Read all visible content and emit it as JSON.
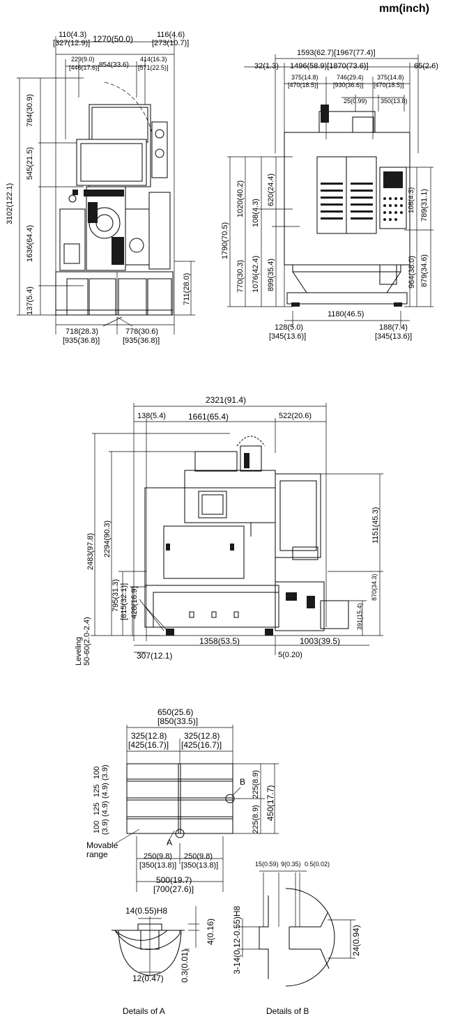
{
  "units": "mm(inch)",
  "top_view": {
    "labels": [
      "110(4.3)",
      "[327(12.9)]",
      "1270(50.0)",
      "116(4.6)",
      "[273(10.7)]",
      "229(9.0)",
      "[446(17.6)]",
      "854(33.6)",
      "414(16.3)",
      "[571(22.5)]",
      "3102(122.1)",
      "784(30.9)",
      "545(21.5)",
      "1636(64.4)",
      "137(5.4)",
      "711(28.0)",
      "718(28.3)",
      "[935(36.8)]",
      "778(30.6)",
      "[935(36.8)]"
    ]
  },
  "front_view": {
    "labels": [
      "1593(62.7)[1967(77.4)]",
      "32(1.3)",
      "1496(58.9)[1870(73.6)]",
      "65(2.6)",
      "375(14.8)",
      "[470(18.5)]",
      "746(29.4)",
      "[930(36.6)]",
      "375(14.8)",
      "[470(18.5)]",
      "25(0.99)",
      "350(13.8)",
      "1790(70.5)",
      "1020(40.2)",
      "620(24.4)",
      "108(4.3)",
      "770(30.3)",
      "1076(42.4)",
      "899(35.4)",
      "108(4.3)",
      "789(31.1)",
      "964(38.0)",
      "879(34.6)",
      "1180(46.5)",
      "128(5.0)",
      "[345(13.6)]",
      "188(7.4)",
      "[345(13.6)]"
    ]
  },
  "side_view": {
    "labels": [
      "2321(91.4)",
      "138(5.4)",
      "1661(65.4)",
      "522(20.6)",
      "2483(97.8)",
      "2294(90.3)",
      "1151(45.3)",
      "795(31.3)",
      "[815(32.1)]",
      "428(16.9)",
      "870(34.3)",
      "391(15.4)",
      "Leveling",
      "50-60(2.0-2.4)",
      "1358(53.5)",
      "1003(39.5)",
      "307(12.1)",
      "5(0.20)"
    ]
  },
  "table_view": {
    "labels": [
      "650(25.6)",
      "[850(33.5)]",
      "325(12.8)",
      "[425(16.7)]",
      "325(12.8)",
      "[425(16.7)]",
      "100",
      "(3.9)",
      "125",
      "(4.9)",
      "125",
      "(4.9)",
      "100",
      "(3.9)",
      "225(8.9)",
      "225(8.9)",
      "450(17.7)",
      "B",
      "A",
      "Movable",
      "range",
      "250(9.8)",
      "[350(13.8)]",
      "250(9.8)",
      "[350(13.8)]",
      "500(19.7)",
      "[700(27.6)]"
    ]
  },
  "details": {
    "labels": [
      "14(0.55)H8",
      "4(0.16)",
      "0.3(0.01)",
      "12(0.47)",
      "Details of A",
      "15(0.59)",
      "9(0.35)",
      "0.5(0.02)",
      "3-14(0.12-0.55)H8",
      "24(0.94)",
      "Details of B"
    ]
  }
}
